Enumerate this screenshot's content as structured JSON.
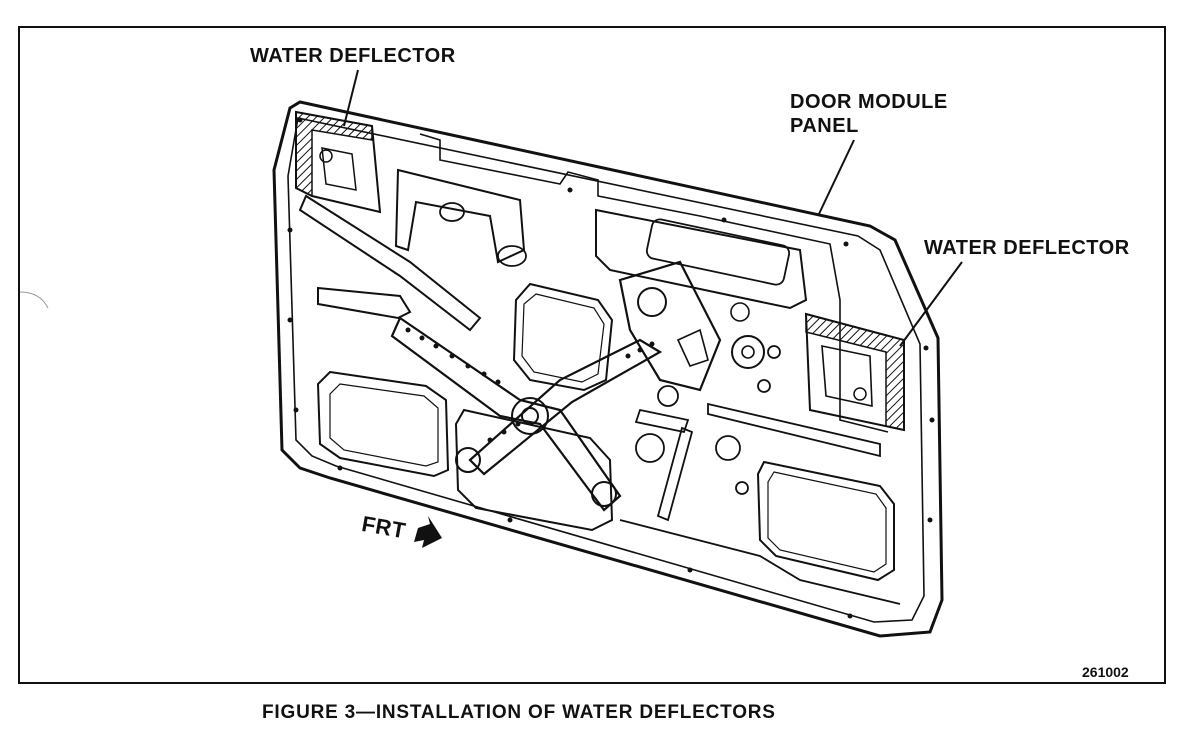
{
  "labels": {
    "water_deflector_left": "WATER DEFLECTOR",
    "door_module_panel": "DOOR MODULE\nPANEL",
    "door_module_line1": "DOOR MODULE",
    "door_module_line2": "PANEL",
    "water_deflector_right": "WATER DEFLECTOR",
    "front_direction": "FRT"
  },
  "figure": {
    "id": "261002",
    "caption": "FIGURE 3—INSTALLATION OF WATER DEFLECTORS"
  },
  "colors": {
    "ink": "#111111",
    "paper": "#ffffff"
  },
  "icons": {
    "front_arrow": "arrow-right-icon"
  }
}
